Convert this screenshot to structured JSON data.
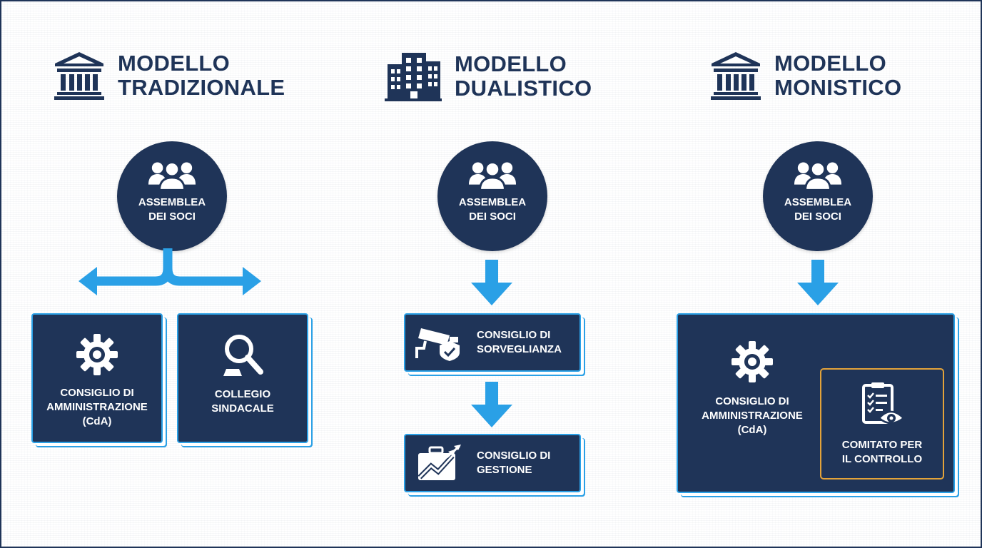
{
  "colors": {
    "navy": "#1f3458",
    "blue": "#2aa0e6",
    "gold": "#e3a33a",
    "white": "#ffffff"
  },
  "models": {
    "tradizionale": {
      "title_line1": "MODELLO",
      "title_line2": "TRADIZIONALE",
      "icon": "classical-building-icon",
      "assembly": {
        "line1": "ASSEMBLEA",
        "line2": "DEI SOCI",
        "icon": "group-of-people-icon"
      },
      "board": {
        "line1": "CONSIGLIO DI",
        "line2": "AMMINISTRAZIONE",
        "line3": "(CdA)",
        "icon": "gear-icon"
      },
      "auditors": {
        "line1": "COLLEGIO",
        "line2": "SINDACALE",
        "icon": "magnifier-icon"
      }
    },
    "dualistico": {
      "title_line1": "MODELLO",
      "title_line2": "DUALISTICO",
      "icon": "office-building-icon",
      "assembly": {
        "line1": "ASSEMBLEA",
        "line2": "DEI SOCI",
        "icon": "group-of-people-icon"
      },
      "supervisory": {
        "line1": "CONSIGLIO DI",
        "line2": "SORVEGLIANZA",
        "icon": "security-camera-shield-icon"
      },
      "management": {
        "line1": "CONSIGLIO DI",
        "line2": "GESTIONE",
        "icon": "briefcase-chart-icon"
      }
    },
    "monistico": {
      "title_line1": "MODELLO",
      "title_line2": "MONISTICO",
      "icon": "classical-building-icon",
      "assembly": {
        "line1": "ASSEMBLEA",
        "line2": "DEI SOCI",
        "icon": "group-of-people-icon"
      },
      "board": {
        "line1": "CONSIGLIO DI",
        "line2": "AMMINISTRAZIONE",
        "line3": "(CdA)",
        "icon": "gear-icon"
      },
      "committee": {
        "line1": "COMITATO PER",
        "line2": "IL CONTROLLO",
        "icon": "clipboard-eye-icon"
      }
    }
  }
}
